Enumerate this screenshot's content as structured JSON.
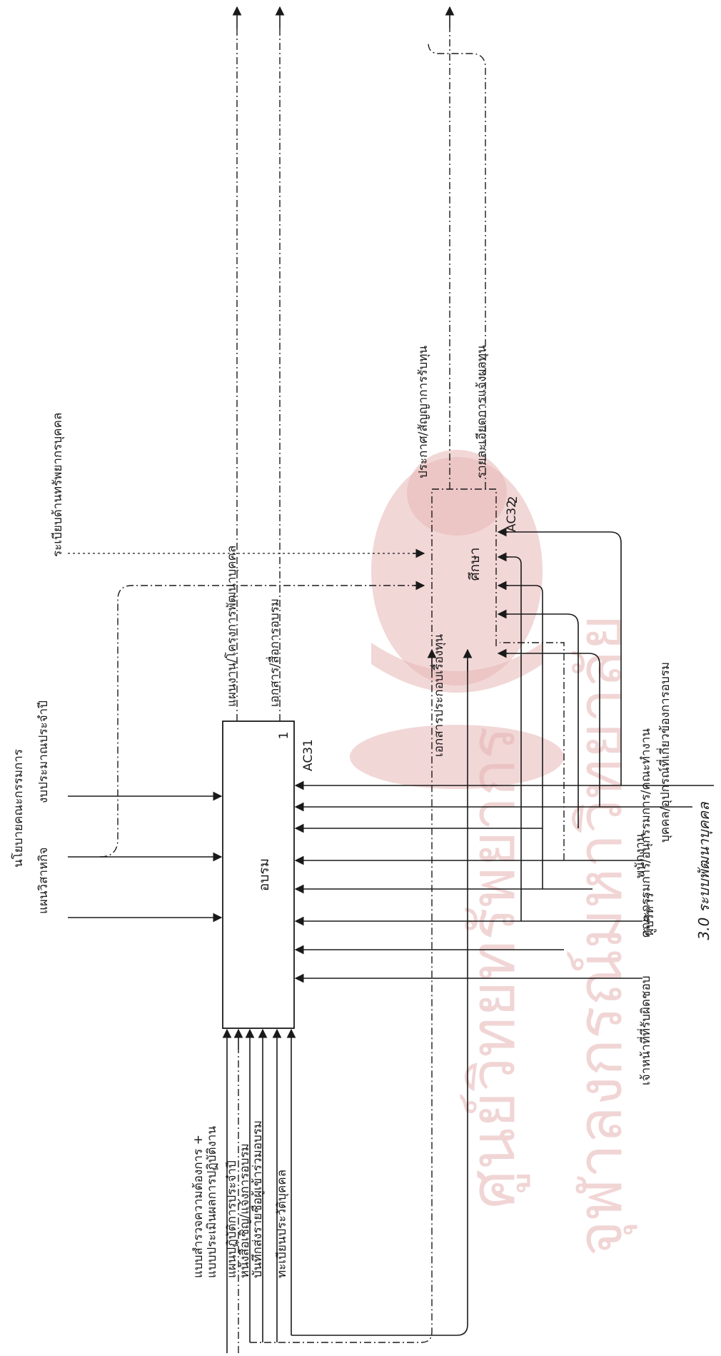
{
  "figure": {
    "title": "3.0 ระบบพัฒนาบุคคล",
    "watermark": {
      "line1": "ศูนย์วิทยทรัพยากร",
      "line2": "จุฬาลงกรณ์มหาวิทยาลัย",
      "emblem": "university-emblem"
    }
  },
  "activities": {
    "ac31": {
      "name": "อบรม",
      "number": "1",
      "code": "AC31"
    },
    "ac32": {
      "name": "ศึกษา",
      "number": "2",
      "code": "AC32"
    }
  },
  "controls": {
    "policy_board": "นโยบายคณะกรรมการ",
    "annual_budget": "งบประมาณประจำปี",
    "business_plan": "แผนวิสาหกิจ",
    "hr_regulation": "ระเบียบด้านทรัพยากรบุคคล"
  },
  "inputs": {
    "survey_form": "แบบสำรวจความต้องการ +",
    "evaluation_form": "แบบประเมินผลการปฏิบัติงาน",
    "annual_action_plan": "แผนปฏิบัติการประจำปี",
    "invitation_letter": "หนังสือเชิญ/แจ้งการอบรม",
    "participant_memo": "บันทึกส่งรายชื่อผู้เข้าร่วมอบรม",
    "personnel_record": "ทะเบียนประวัติบุคคล",
    "scholarship_documents": "เอกสารประกอบเรื่องทุน"
  },
  "outputs": {
    "dev_plan": "แผนงาน/โครงการพัฒนาบุคคล",
    "training_docs": "เอกสาร/สื่อการอบรม",
    "announcement_contract": "ประกาศ/สัญญาการรับทุน",
    "scholarship_report": "รายละเอียดการแจ้งผลทุน"
  },
  "mechanisms": {
    "committee": "คณะกรรมการ/อนุกรรมการ/คณะทำงาน",
    "personnel_equipment": "บุคคล/อุปกรณ์ที่เกี่ยวข้องการอบรม",
    "employee": "พนักงาน",
    "manager": "ผู้บริหาร",
    "responsible_officer": "เจ้าหน้าที่ที่รับผิดชอบ"
  }
}
